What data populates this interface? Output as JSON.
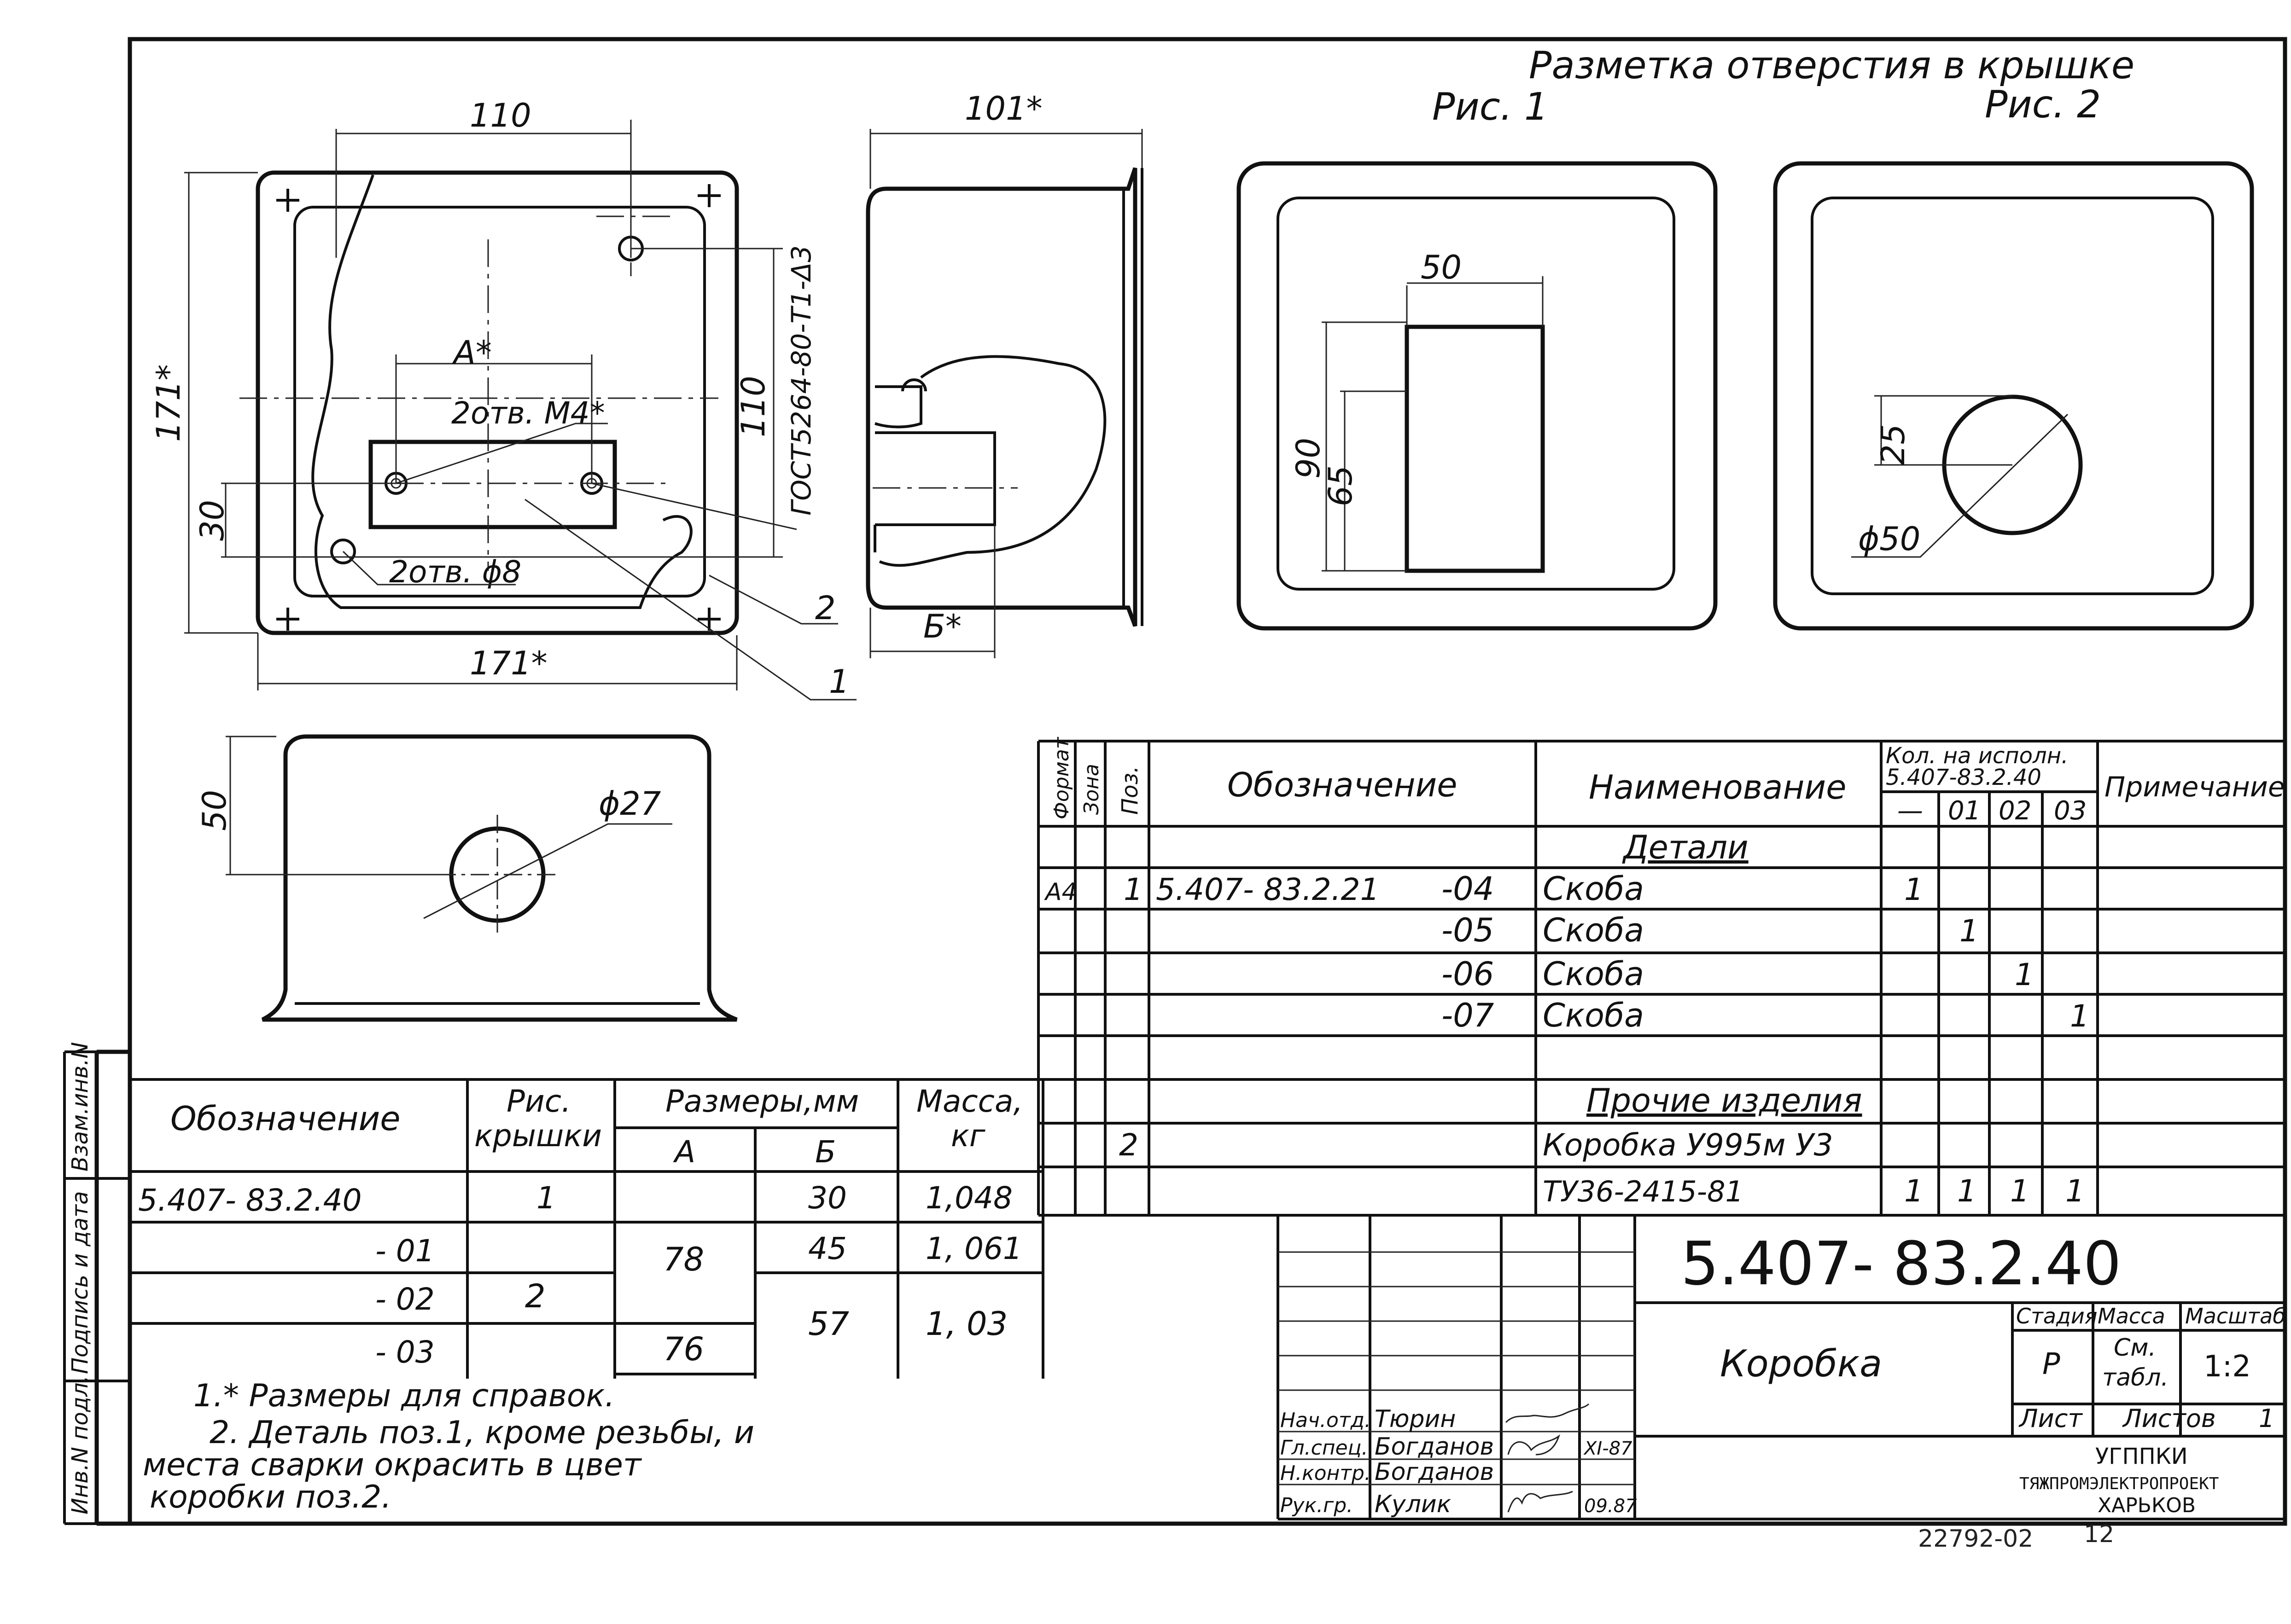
{
  "drawing_title": "Разметка отверстия в крышке",
  "fig1_label": "Рис. 1",
  "fig2_label": "Рис. 2",
  "front_view": {
    "dim_top": "110",
    "dim_left": "171*",
    "dim_bottom": "171*",
    "dim_right": "110",
    "dim_30": "30",
    "dim_a": "А*",
    "holes_m4": "2отв. М4*",
    "holes_d8": "2отв. ϕ8",
    "gost": "ГОСТ5264-80-Т1-Δ3",
    "leader_1": "1",
    "leader_2": "2"
  },
  "side_view": {
    "dim_top": "101*",
    "dim_b": "Б*"
  },
  "bottom_view": {
    "dim_height": "50",
    "dim_hole": "ϕ27"
  },
  "fig1_view": {
    "dim_width": "50",
    "dim_h90": "90",
    "dim_h65": "65"
  },
  "fig2_view": {
    "dim_r": "25",
    "dim_d": "ϕ50"
  },
  "spec_table": {
    "headers": {
      "format": "Формат",
      "zone": "Зона",
      "pos": "Поз.",
      "designation": "Обозначение",
      "name": "Наименование",
      "qty_line1": "Кол. на исполн.",
      "qty_line2": "5.407-83.2.40",
      "qty_cols": [
        "—",
        "01",
        "02",
        "03"
      ],
      "note": "Примечание"
    },
    "section_details": "Детали",
    "rows": [
      {
        "format": "А4",
        "pos": "1",
        "designation": "5.407- 83.2.21",
        "suffix": "-04",
        "name": "Скоба",
        "q0": "1",
        "q1": "",
        "q2": "",
        "q3": ""
      },
      {
        "format": "",
        "pos": "",
        "designation": "",
        "suffix": "-05",
        "name": "Скоба",
        "q0": "",
        "q1": "1",
        "q2": "",
        "q3": ""
      },
      {
        "format": "",
        "pos": "",
        "designation": "",
        "suffix": "-06",
        "name": "Скоба",
        "q0": "",
        "q1": "",
        "q2": "1",
        "q3": ""
      },
      {
        "format": "",
        "pos": "",
        "designation": "",
        "suffix": "-07",
        "name": "Скоба",
        "q0": "",
        "q1": "",
        "q2": "",
        "q3": "1"
      }
    ],
    "section_other": "Прочие изделия",
    "other_pos": "2",
    "other_name": "Коробка У995м У3",
    "other_tu": "ТУ36-2415-81",
    "other_q": [
      "1",
      "1",
      "1",
      "1"
    ]
  },
  "variant_table": {
    "headers": {
      "designation": "Обозначение",
      "fig_line1": "Рис.",
      "fig_line2": "крышки",
      "sizes": "Размеры,мм",
      "a": "А",
      "b": "Б",
      "mass_line1": "Масса,",
      "mass_line2": "кг"
    },
    "rows": [
      {
        "designation": "5.407- 83.2.40",
        "b": "30",
        "mass": "1,048"
      },
      {
        "designation": "- 01",
        "b": "45",
        "mass": "1, 061"
      },
      {
        "designation": "- 02",
        "b": "57",
        "mass": "1, 03"
      },
      {
        "designation": "- 03",
        "b": "",
        "mass": ""
      }
    ],
    "fig_1": "1",
    "fig_2": "2",
    "a_78": "78",
    "a_76": "76"
  },
  "notes": [
    "1.* Размеры для справок.",
    "2. Деталь поз.1, кроме резьбы, и",
    "места сварки окрасить в цвет",
    "коробки поз.2."
  ],
  "side_stamp": [
    "Инв.N подл.",
    "Подпись и дата",
    "Взам.инв.N"
  ],
  "title_block": {
    "doc_number": "5.407- 83.2.40",
    "product_name": "Коробка",
    "stage_label": "Стадия",
    "mass_label": "Масса",
    "scale_label": "Масштаб",
    "stage": "Р",
    "mass_line1": "См.",
    "mass_line2": "табл.",
    "scale": "1:2",
    "sheet_label": "Лист",
    "sheets_label": "Листов",
    "sheets_value": "1",
    "org_line1": "УГППКИ",
    "org_line2": "ТЯЖПРОМЭЛЕКТРОПРОЕКТ",
    "org_line3": "ХАРЬКОВ",
    "signers": [
      {
        "role": "Нач.отд.",
        "name": "Тюрин",
        "date": ""
      },
      {
        "role": "Гл.спец.",
        "name": "Богданов",
        "date": "XI-87"
      },
      {
        "role": "Н.контр.",
        "name": "Богданов",
        "date": ""
      },
      {
        "role": "Рук.гр.",
        "name": "Кулик",
        "date": "09.87"
      }
    ]
  },
  "footer_code": "22792-02",
  "footer_page": "12"
}
